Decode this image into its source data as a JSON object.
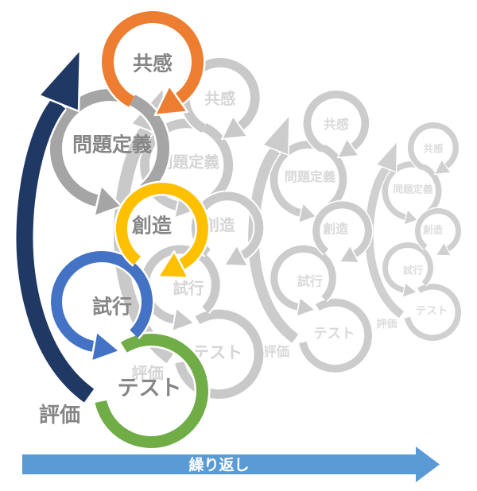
{
  "diagram": {
    "title_semantic": "design-thinking-iteration-cycle",
    "steps": [
      {
        "id": "empathize",
        "label": "共感",
        "color": "#ED7D31"
      },
      {
        "id": "define",
        "label": "問題定義",
        "color": "#A5A5A5"
      },
      {
        "id": "ideate",
        "label": "創造",
        "color": "#FFC000"
      },
      {
        "id": "prototype",
        "label": "試行",
        "color": "#4472C4"
      },
      {
        "id": "test",
        "label": "テスト",
        "color": "#70AD47"
      }
    ],
    "feedback_arrow": {
      "label": "評価",
      "color": "#1F3864"
    },
    "repeat_arrow": {
      "label": "繰り返し",
      "color": "#5B9BD5",
      "text_color": "#FFFFFF"
    },
    "label_color": "#868686",
    "outline_color": "#FFFFFF",
    "background": "#FFFFFF",
    "faded_copies": {
      "count": 3,
      "ring_colors": [
        "#D0D0D0",
        "#CCCCCC",
        "#C9C9C9"
      ],
      "label_colors": [
        "#DDDDDD",
        "#DADADA",
        "#D5D5D5"
      ]
    }
  }
}
